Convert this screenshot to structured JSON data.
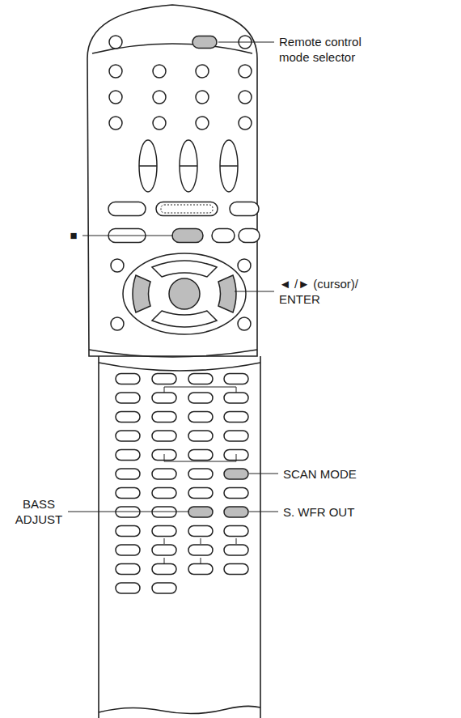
{
  "diagram": {
    "labels": [
      "Remote control mode selector",
      "■",
      "◄ /► (cursor)/ ENTER",
      "SCAN MODE",
      "BASS ADJUST",
      "S. WFR OUT"
    ]
  }
}
